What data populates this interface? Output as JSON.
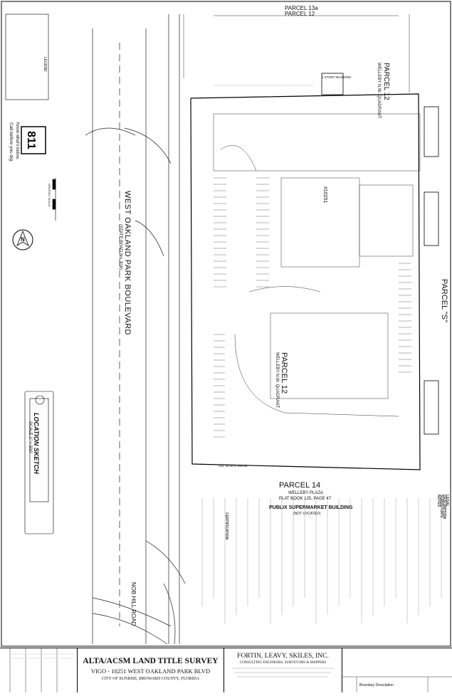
{
  "survey": {
    "road_main": "WEST OAKLAND PARK BOULEVARD",
    "road_sub": "(STATE ROAD No. 816)",
    "parcel_12_top": "PARCEL 12",
    "parcel_12_top_sub": "WELLEBY N.W. QUADRANT",
    "parcel_12_mid": "PARCEL 12",
    "parcel_12_mid_sub": "WELLEBY N.W. QUADRANT",
    "parcel_s": "PARCEL \"S\"",
    "parcel_14": "PARCEL 14",
    "parcel_14_plaza": "WELLEBY PLAZA",
    "parcel_14_book": "PLAT BOOK 125, PAGE 47",
    "publix": "PUBLIX SUPERMARKET BUILDING",
    "publix_sub": "(NOT LOCATED)",
    "parcel_13a": "PARCEL 13a",
    "parcel_12_topedge": "PARCEL 12",
    "building_address": "#10251",
    "story_building": "1 STORY BUILDING",
    "nob_hill": "NOB HILL ROAD",
    "location_sketch": "LOCATION SKETCH",
    "location_scale": "SCALE 1\" = 500'",
    "legend": "LEGEND",
    "know_whats": "Know what's below.",
    "call_before": "Call before you dig.",
    "graphic_scale": "GRAPHIC SCALE",
    "north": "N",
    "legal_description": "LEGAL DESCRIPTION",
    "surveyors_notes": "SURVEYOR'S NOTES",
    "certification": "CERTIFICATION",
    "dim_bottom": "S01°06'48\"E  190.00'"
  },
  "title_block": {
    "title": "ALTA/ACSM LAND TITLE SURVEY",
    "subtitle": "VIGO - 10251 WEST OAKLAND PARK BLVD",
    "location": "CITY OF SUNRISE, BROWARD COUNTY, FLORIDA",
    "firm": "FORTIN, LEAVY, SKILES, INC.",
    "firm_sub": "CONSULTING ENGINEERS, SURVEYORS & MAPPERS",
    "sheet_desc": "Boundary Description"
  }
}
